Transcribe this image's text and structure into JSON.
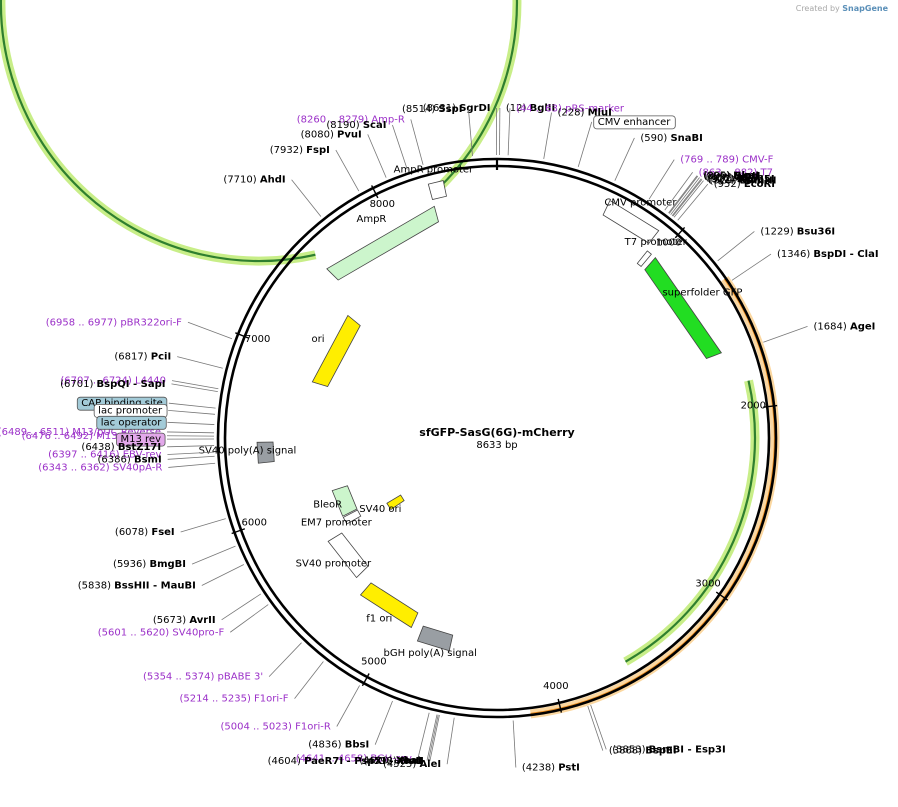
{
  "credit": {
    "prefix": "Created by",
    "brand": "SnapGene"
  },
  "plasmid": {
    "name": "sfGFP-SasG(6G)-mCherry",
    "size": "8633 bp"
  },
  "ticks": [
    {
      "label": "1000",
      "bp": 1000
    },
    {
      "label": "2000",
      "bp": 2000
    },
    {
      "label": "3000",
      "bp": 3000
    },
    {
      "label": "4000",
      "bp": 4000
    },
    {
      "label": "5000",
      "bp": 5000
    },
    {
      "label": "6000",
      "bp": 6000
    },
    {
      "label": "7000",
      "bp": 7000
    },
    {
      "label": "8000",
      "bp": 8000
    }
  ],
  "labels": [
    {
      "bp": 8631,
      "pos": "(8631)",
      "name": "SgrDI",
      "style": "site",
      "anchor": "end"
    },
    {
      "bp": 12,
      "pos": "(12)",
      "name": "BglII",
      "style": "site",
      "anchor": "start"
    },
    {
      "bp": 8514,
      "pos": "(8514)",
      "name": "SspI",
      "style": "site",
      "anchor": "end"
    },
    {
      "bp": 54,
      "pos": "(44 .. 63)",
      "name": "pRS-marker",
      "style": "primer",
      "anchor": "start"
    },
    {
      "bp": 228,
      "pos": "(228)",
      "name": "MluI",
      "style": "site",
      "anchor": "start"
    },
    {
      "bp": 8270,
      "pos": "(8260 .. 8279)",
      "name": "Amp-R",
      "style": "primer",
      "anchor": "end"
    },
    {
      "bp": 400,
      "pos": "",
      "name": "CMV enhancer",
      "style": "feature",
      "anchor": "start"
    },
    {
      "bp": 8190,
      "pos": "(8190)",
      "name": "ScaI",
      "style": "site",
      "anchor": "end"
    },
    {
      "bp": 8080,
      "pos": "(8080)",
      "name": "PvuI",
      "style": "site",
      "anchor": "end"
    },
    {
      "bp": 590,
      "pos": "(590)",
      "name": "SnaBI",
      "style": "site",
      "anchor": "start"
    },
    {
      "bp": 7932,
      "pos": "(7932)",
      "name": "FspI",
      "style": "site",
      "anchor": "end"
    },
    {
      "bp": 779,
      "pos": "(769 .. 789)",
      "name": "CMV-F",
      "style": "primer",
      "anchor": "start"
    },
    {
      "bp": 872,
      "pos": "(863 .. 882)",
      "name": "T7",
      "style": "primer",
      "anchor": "start"
    },
    {
      "bp": 895,
      "pos": "(895)",
      "name": "NheI",
      "style": "site",
      "anchor": "start"
    },
    {
      "bp": 7710,
      "pos": "(7710)",
      "name": "AhdI",
      "style": "site",
      "anchor": "end"
    },
    {
      "bp": 899,
      "pos": "(899)",
      "name": "BmtI",
      "style": "site",
      "anchor": "start"
    },
    {
      "bp": 908,
      "pos": "(908)",
      "name": "AflII",
      "style": "site",
      "anchor": "start"
    },
    {
      "bp": 917,
      "pos": "(917)",
      "name": "Acc65I",
      "style": "site",
      "anchor": "start"
    },
    {
      "bp": 921,
      "pos": "(921)",
      "name": "KpnI",
      "style": "site",
      "anchor": "start"
    },
    {
      "bp": 929,
      "pos": "(929)",
      "name": "BamHI",
      "style": "site",
      "anchor": "start"
    },
    {
      "bp": 952,
      "pos": "(952)",
      "name": "EcoRI",
      "style": "site",
      "anchor": "start"
    },
    {
      "bp": 1229,
      "pos": "(1229)",
      "name": "Bsu36I",
      "style": "site",
      "anchor": "start"
    },
    {
      "bp": 1346,
      "pos": "(1346)",
      "name": "BspDI",
      "name2": "ClaI",
      "style": "site2",
      "anchor": "start"
    },
    {
      "bp": 1684,
      "pos": "(1684)",
      "name": "AgeI",
      "style": "site",
      "anchor": "start"
    },
    {
      "bp": 6967,
      "pos": "(6958 .. 6977)",
      "name": "pBR322ori-F",
      "style": "primer",
      "anchor": "end"
    },
    {
      "bp": 6817,
      "pos": "(6817)",
      "name": "PciI",
      "style": "site",
      "anchor": "end"
    },
    {
      "bp": 6715,
      "pos": "(6707 .. 6724)",
      "name": "L4440",
      "style": "primer",
      "anchor": "end"
    },
    {
      "bp": 6701,
      "pos": "(6701)",
      "name": "BspQI",
      "name2": "SapI",
      "style": "site2",
      "anchor": "end"
    },
    {
      "bp": 6620,
      "pos": "",
      "name": "CAP binding site",
      "style": "feature",
      "anchor": "end",
      "fill": "#a3cbd8"
    },
    {
      "bp": 6590,
      "pos": "",
      "name": "lac promoter",
      "style": "feature",
      "anchor": "end",
      "fill": "#ffffff"
    },
    {
      "bp": 6500,
      "pos": "(6489 .. 6511)",
      "name": "M13/pUC Reverse",
      "style": "primer",
      "anchor": "end"
    },
    {
      "bp": 6540,
      "pos": "",
      "name": "lac operator",
      "style": "feature",
      "anchor": "end",
      "fill": "#a3cbd8"
    },
    {
      "bp": 6484,
      "pos": "(6476 .. 6492)",
      "name": "M13 Reverse",
      "style": "primer",
      "anchor": "end"
    },
    {
      "bp": 6470,
      "pos": "",
      "name": "M13 rev",
      "style": "feature",
      "anchor": "end",
      "fill": "#e2a8ea"
    },
    {
      "bp": 6438,
      "pos": "(6438)",
      "name": "BstZ17I",
      "style": "site",
      "anchor": "end"
    },
    {
      "bp": 6406,
      "pos": "(6397 .. 6416)",
      "name": "EBV-rev",
      "style": "primer",
      "anchor": "end"
    },
    {
      "bp": 6386,
      "pos": "(6386)",
      "name": "BsmI",
      "style": "site",
      "anchor": "end"
    },
    {
      "bp": 6352,
      "pos": "(6343 .. 6362)",
      "name": "SV40pA-R",
      "style": "primer",
      "anchor": "end"
    },
    {
      "bp": 6078,
      "pos": "(6078)",
      "name": "FseI",
      "style": "site",
      "anchor": "end"
    },
    {
      "bp": 5936,
      "pos": "(5936)",
      "name": "BmgBI",
      "style": "site",
      "anchor": "end"
    },
    {
      "bp": 5838,
      "pos": "(5838)",
      "name": "BssHII",
      "name2": "MauBI",
      "style": "site2",
      "anchor": "end"
    },
    {
      "bp": 5673,
      "pos": "(5673)",
      "name": "AvrII",
      "style": "site",
      "anchor": "end"
    },
    {
      "bp": 5610,
      "pos": "(5601 .. 5620)",
      "name": "SV40pro-F",
      "style": "primer",
      "anchor": "end"
    },
    {
      "bp": 5364,
      "pos": "(5354 .. 5374)",
      "name": "pBABE 3'",
      "style": "primer",
      "anchor": "end"
    },
    {
      "bp": 5224,
      "pos": "(5214 .. 5235)",
      "name": "F1ori-F",
      "style": "primer",
      "anchor": "end"
    },
    {
      "bp": 5013,
      "pos": "(5004 .. 5023)",
      "name": "F1ori-R",
      "style": "primer",
      "anchor": "end"
    },
    {
      "bp": 4836,
      "pos": "(4836)",
      "name": "BbsI",
      "style": "site",
      "anchor": "end"
    },
    {
      "bp": 4649,
      "pos": "(4641 .. 4658)",
      "name": "BGH-rev",
      "style": "primer",
      "anchor": "end"
    },
    {
      "bp": 4610,
      "pos": "(4610)",
      "name": "XbaI",
      "style": "site",
      "anchor": "end"
    },
    {
      "bp": 4604,
      "pos": "(4604)",
      "name": "PaeR7I",
      "name2": "PspXI",
      "name3": "XhoI",
      "style": "site3",
      "anchor": "end"
    },
    {
      "bp": 4598,
      "pos": "(4598)",
      "name": "NotI",
      "style": "site",
      "anchor": "end"
    },
    {
      "bp": 4525,
      "pos": "(4525)",
      "name": "AleI",
      "style": "site",
      "anchor": "end"
    },
    {
      "bp": 4238,
      "pos": "(4238)",
      "name": "PstI",
      "style": "site",
      "anchor": "start"
    },
    {
      "bp": 3853,
      "pos": "(3853)",
      "name": "BsmBI",
      "name2": "Esp3I",
      "style": "site2",
      "anchor": "start"
    },
    {
      "bp": 3868,
      "pos": "(3868)",
      "name": "BspEI",
      "style": "site",
      "anchor": "start"
    }
  ],
  "features": [
    {
      "name": "AmpR promoter",
      "start": 8350,
      "end": 8270,
      "color": "#ffffff",
      "dir": -1,
      "radius": 255
    },
    {
      "name": "AmpR",
      "start": 8270,
      "end": 7550,
      "color": "#ccf5cc",
      "dir": -1,
      "radius": 232
    },
    {
      "name": "ori",
      "start": 7420,
      "end": 6880,
      "color": "#ffee00",
      "dir": -1,
      "radius": 185
    },
    {
      "name": "CMV promoter",
      "start": 610,
      "end": 910,
      "color": "#ffffff",
      "dir": 1,
      "radius": 255
    },
    {
      "name": "T7 promoter",
      "start": 930,
      "end": 960,
      "color": "#ffffff",
      "dir": 1,
      "radius": 232
    },
    {
      "name": "superfolder GFP",
      "start": 990,
      "end": 1660,
      "color": "#22dd22",
      "dir": 1,
      "radius": 232
    },
    {
      "name": "SV40 poly(A) signal",
      "start": 6450,
      "end": 6330,
      "color": "#999ea3",
      "dir": 0,
      "radius": 232
    },
    {
      "name": "BleoR",
      "start": 6050,
      "end": 5830,
      "color": "#ccf5cc",
      "dir": -1,
      "radius": 165
    },
    {
      "name": "EM7 promoter",
      "start": 5820,
      "end": 5760,
      "color": "#ffffff",
      "dir": -1,
      "radius": 165
    },
    {
      "name": "SV40 ori",
      "start": 5740,
      "end": 5660,
      "color": "#ffee00",
      "dir": 0,
      "radius": 120
    },
    {
      "name": "SV40 promoter",
      "start": 5720,
      "end": 5400,
      "color": "#ffffff",
      "dir": -1,
      "radius": 190
    },
    {
      "name": "f1 ori",
      "start": 5300,
      "end": 4900,
      "color": "#ffee00",
      "dir": -1,
      "radius": 200
    },
    {
      "name": "bGH poly(A) signal",
      "start": 4830,
      "end": 4620,
      "color": "#999ea3",
      "dir": 0,
      "radius": 210
    }
  ],
  "arcs": [
    {
      "start": 8330,
      "end": 7560,
      "color": "#2f7f2f",
      "glow": "#c8ee88",
      "radius": 258
    },
    {
      "start": 1850,
      "end": 3600,
      "color": "#2f7f2f",
      "glow": "#c8ee88",
      "radius": 258
    },
    {
      "start": 1320,
      "end": 4150,
      "color": "#e8881a",
      "glow": "#fbd7a0",
      "radius": 278
    }
  ]
}
